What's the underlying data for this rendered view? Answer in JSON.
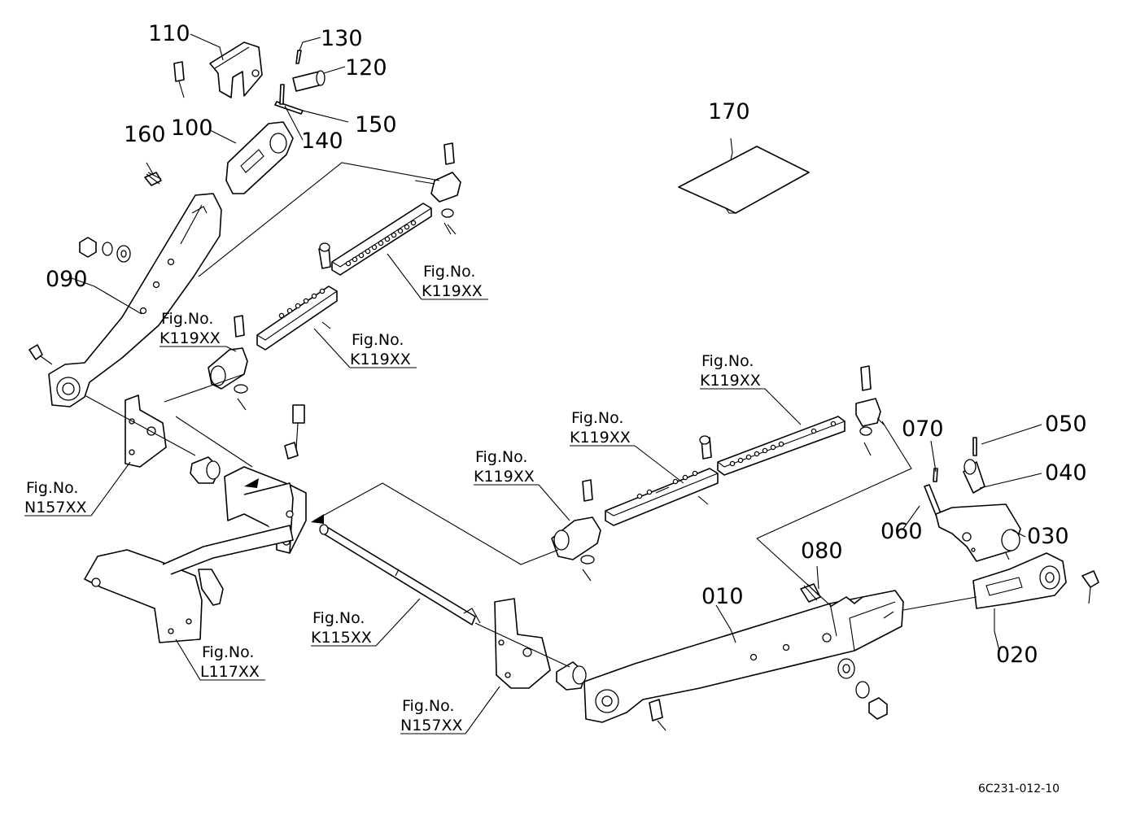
{
  "part_numbers": {
    "p010": "010",
    "p020": "020",
    "p030": "030",
    "p040": "040",
    "p050": "050",
    "p060": "060",
    "p070": "070",
    "p080": "080",
    "p090": "090",
    "p100": "100",
    "p110": "110",
    "p120": "120",
    "p130": "130",
    "p140": "140",
    "p150": "150",
    "p160": "160",
    "p170": "170"
  },
  "figure_refs": {
    "fig_label": "Fig.No.",
    "k119": "K119XX",
    "n157": "N157XX",
    "l117": "L117XX",
    "k115": "K115XX"
  },
  "drawing_code": "6C231-012-10"
}
